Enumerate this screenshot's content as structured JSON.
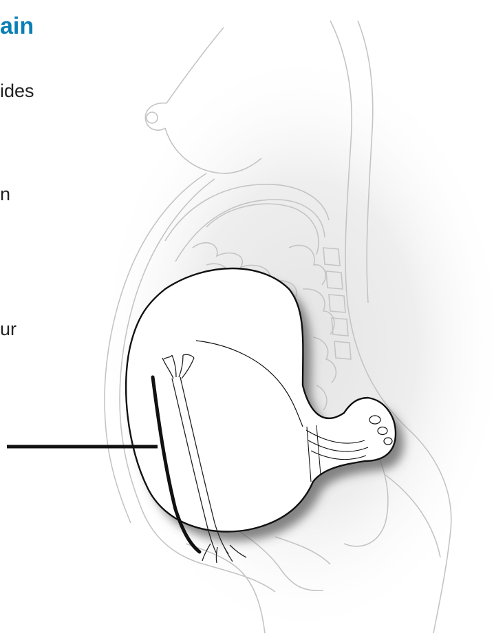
{
  "heading": {
    "text": "ain",
    "color": "#0a7fb5"
  },
  "body_fragments": [
    "ides",
    "n",
    "ur"
  ],
  "illustration": {
    "line_color": "#c8c8c8",
    "uterus_outline_color": "#111111",
    "pointer_color": "#111111"
  }
}
